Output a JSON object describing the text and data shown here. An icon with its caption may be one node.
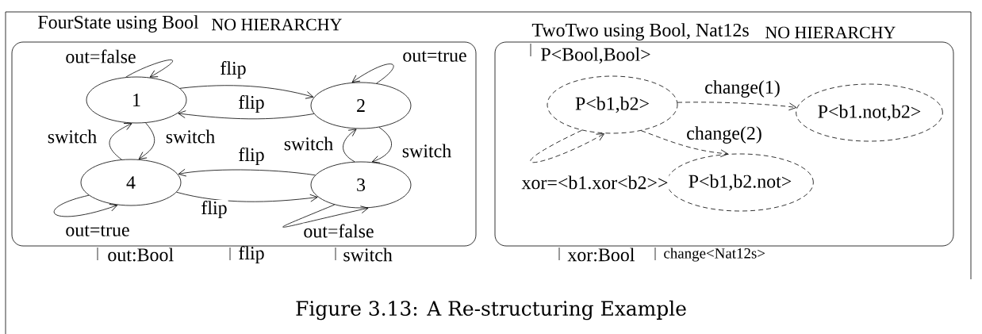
{
  "diagram": {
    "caption": "Figure 3.13: A Re-structuring Example",
    "nodes": [
      {
        "text": [
          "FourState using Bool",
          "NO HIERARCHY"
        ]
      },
      {
        "text": [
          "1"
        ],
        "in": 0
      },
      {
        "text": [
          "2"
        ],
        "in": 0
      },
      {
        "text": [
          "3"
        ],
        "in": 0
      },
      {
        "text": [
          "4"
        ],
        "in": 0
      },
      {
        "text": [
          "TwoTwo using Bool, Nat12s",
          "NO HIERARCHY",
          "P<Bool,Bool>"
        ]
      },
      {
        "text": [
          "P<b1,b2>"
        ],
        "in": 5
      },
      {
        "text": [
          "P<b1.not,b2>"
        ],
        "in": 5
      },
      {
        "text": [
          "P<b1,b2.not>"
        ],
        "in": 5
      }
    ],
    "edges": [
      {
        "from": 1,
        "to": 1,
        "arrow": "to",
        "label": "out=false"
      },
      {
        "from": 1,
        "to": 2,
        "arrow": "to",
        "label": "flip"
      },
      {
        "from": 2,
        "to": 1,
        "arrow": "to",
        "label": "flip"
      },
      {
        "from": 2,
        "to": 2,
        "arrow": "to",
        "label": "out=true"
      },
      {
        "from": 4,
        "to": 1,
        "arrow": "to",
        "label": "switch"
      },
      {
        "from": 1,
        "to": 4,
        "arrow": "to",
        "label": "switch"
      },
      {
        "from": 3,
        "to": 2,
        "arrow": "to",
        "label": "switch"
      },
      {
        "from": 2,
        "to": 3,
        "arrow": "to",
        "label": "switch"
      },
      {
        "from": 3,
        "to": 4,
        "arrow": "to",
        "label": "flip"
      },
      {
        "from": 4,
        "to": 3,
        "arrow": "to",
        "label": "flip"
      },
      {
        "from": 4,
        "to": 4,
        "arrow": "to",
        "label": "out=true"
      },
      {
        "from": 3,
        "to": 3,
        "arrow": "to",
        "label": "out=false"
      },
      {
        "from": 6,
        "to": 7,
        "arrow": "to",
        "label": "change(1)",
        "style": "dashed"
      },
      {
        "from": 6,
        "to": 8,
        "arrow": "to",
        "label": "change(2)",
        "style": "dashed"
      },
      {
        "from": 6,
        "to": 6,
        "arrow": "to",
        "label": "xor=<b1.xor<b2>>",
        "style": "dashed"
      }
    ],
    "labels": [
      "out:Bool",
      "flip",
      "switch",
      "xor:Bool",
      "change<Nat12s>"
    ]
  }
}
